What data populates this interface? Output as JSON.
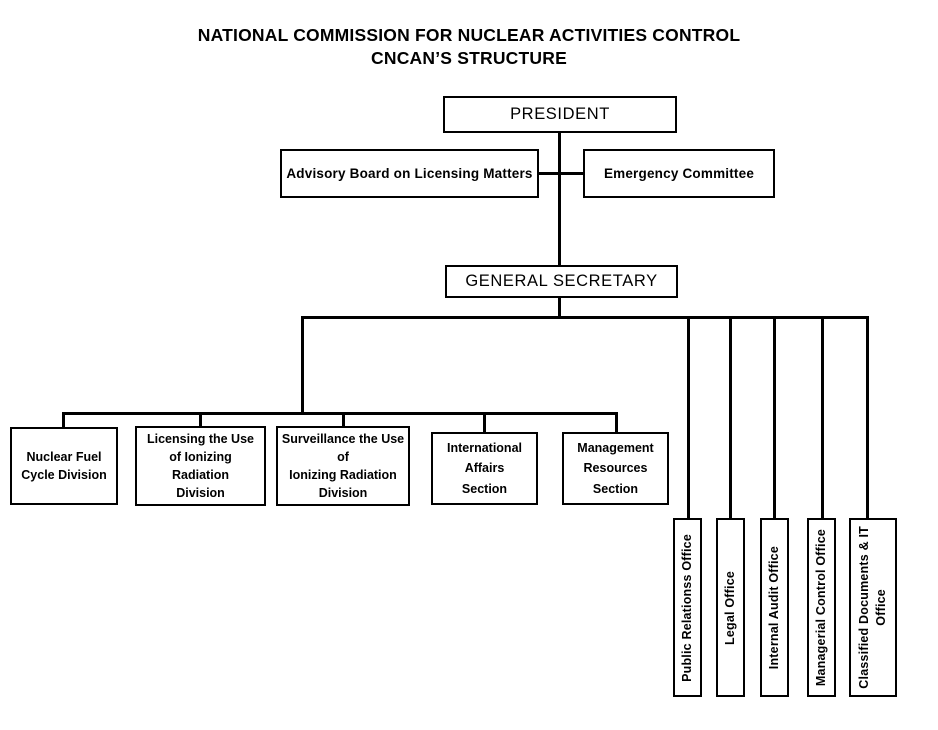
{
  "title": {
    "line1": "NATIONAL COMMISSION FOR NUCLEAR ACTIVITIES CONTROL",
    "line2": "CNCAN’S STRUCTURE"
  },
  "nodes": {
    "president": "PRESIDENT",
    "advisory_board": "Advisory Board on Licensing Matters",
    "emergency_committee": "Emergency Committee",
    "general_secretary": "GENERAL SECRETARY"
  },
  "divisions": [
    {
      "label": "Nuclear Fuel\nCycle Division"
    },
    {
      "label": "Licensing the Use\nof Ionizing\nRadiation\nDivision"
    },
    {
      "label": "Surveillance the Use\nof\nIonizing Radiation\nDivision"
    },
    {
      "label": "International\nAffairs\nSection"
    },
    {
      "label": "Management\nResources\nSection"
    }
  ],
  "offices": [
    {
      "label": "Public Relationss Office"
    },
    {
      "label": "Legal Office"
    },
    {
      "label": "Internal Audit Office"
    },
    {
      "label": "Managerial Control Office"
    },
    {
      "label": "Classified Documents & IT\nOffice"
    }
  ],
  "colors": {
    "background": "#ffffff",
    "stroke": "#000000",
    "text": "#000000"
  }
}
